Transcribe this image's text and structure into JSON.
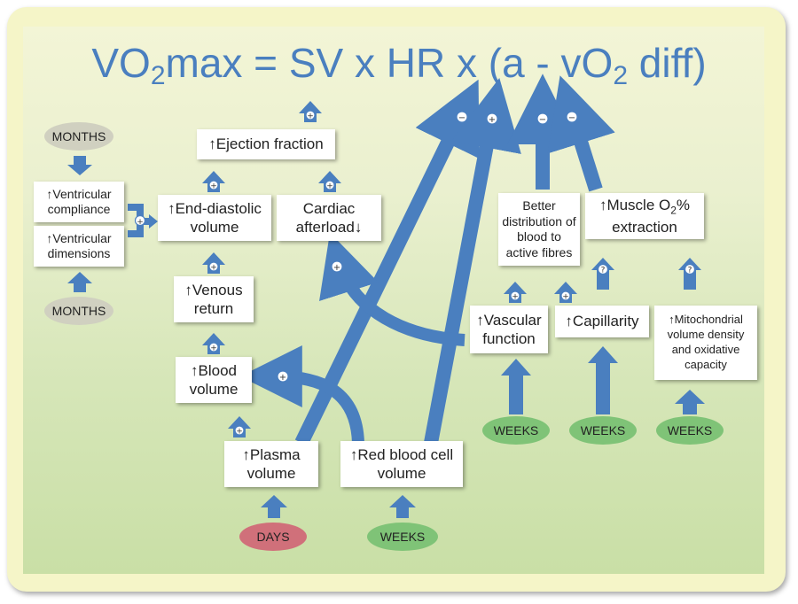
{
  "title": {
    "prefix": "VO",
    "sub1": "2",
    "middle": "max = SV x HR x (a - vO",
    "sub2": "2",
    "suffix": " diff)"
  },
  "boxes": {
    "ventricular_compliance": "↑Ventricular compliance",
    "ventricular_dimensions": "↑Ventricular dimensions",
    "ejection_fraction": "↑Ejection fraction",
    "end_diastolic_volume": "↑End-diastolic volume",
    "cardiac_afterload": "Cardiac afterload↓",
    "venous_return": "↑Venous return",
    "blood_volume": "↑Blood volume",
    "plasma_volume": "↑Plasma volume",
    "red_blood_cell_volume": "↑Red blood cell volume",
    "better_distribution": "Better distribution of blood to active fibres",
    "muscle_extraction_pre": "↑Muscle O",
    "muscle_extraction_sub": "2",
    "muscle_extraction_post": "% extraction",
    "vascular_function": "↑Vascular function",
    "capillarity": "↑Capillarity",
    "mitochondrial": "↑Mitochondrial volume density and oxidative capacity"
  },
  "timescales": {
    "months_top": "MONTHS",
    "months_bottom": "MONTHS",
    "days": "DAYS",
    "weeks_rbc": "WEEKS",
    "weeks_vascular": "WEEKS",
    "weeks_capillarity": "WEEKS",
    "weeks_mito": "WEEKS"
  },
  "symbols": {
    "plus": "+",
    "minus": "−",
    "unknown": "?"
  },
  "colors": {
    "arrow": "#4a7fbf",
    "frame": "#f5f5c8",
    "days": "#d0707a",
    "weeks": "#7fc377",
    "months": "#d0d0c0"
  }
}
